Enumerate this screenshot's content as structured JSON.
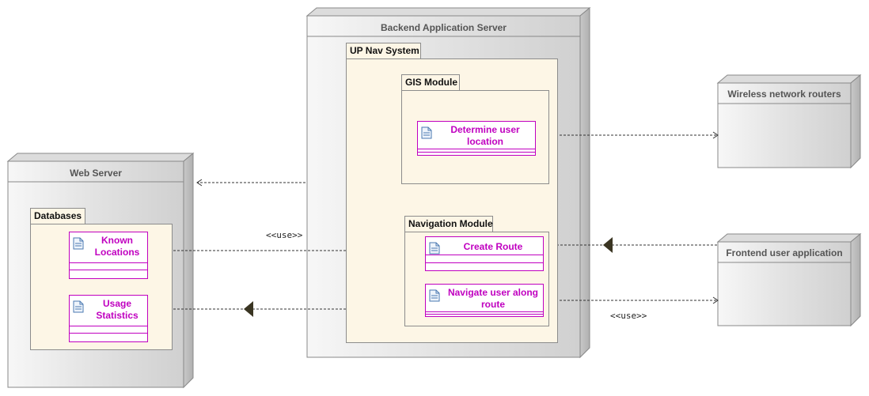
{
  "nodes": {
    "backend": {
      "title": "Backend Application Server"
    },
    "web": {
      "title": "Web Server"
    },
    "wireless": {
      "title": "Wireless network routers"
    },
    "frontend": {
      "title": "Frontend user application"
    }
  },
  "packages": {
    "up_nav": {
      "title": "UP Nav System"
    },
    "gis": {
      "title": "GIS Module"
    },
    "navigation": {
      "title": "Navigation Module"
    },
    "databases": {
      "title": "Databases"
    }
  },
  "components": {
    "determine_location": {
      "line1": "Determine user",
      "line2": "location"
    },
    "create_route": {
      "line1": "Create Route",
      "line2": ""
    },
    "navigate_user": {
      "line1": "Navigate user along",
      "line2": "route"
    },
    "known_locations": {
      "line1": "Known",
      "line2": "Locations"
    },
    "usage_statistics": {
      "line1": "Usage",
      "line2": "Statistics"
    }
  },
  "connectors": {
    "use_left": "<<use>>",
    "use_right": "<<use>>"
  },
  "colors": {
    "component_border": "#c000c0",
    "package_fill": "#fdf6e6",
    "node_fill": "#e6e6e6"
  }
}
